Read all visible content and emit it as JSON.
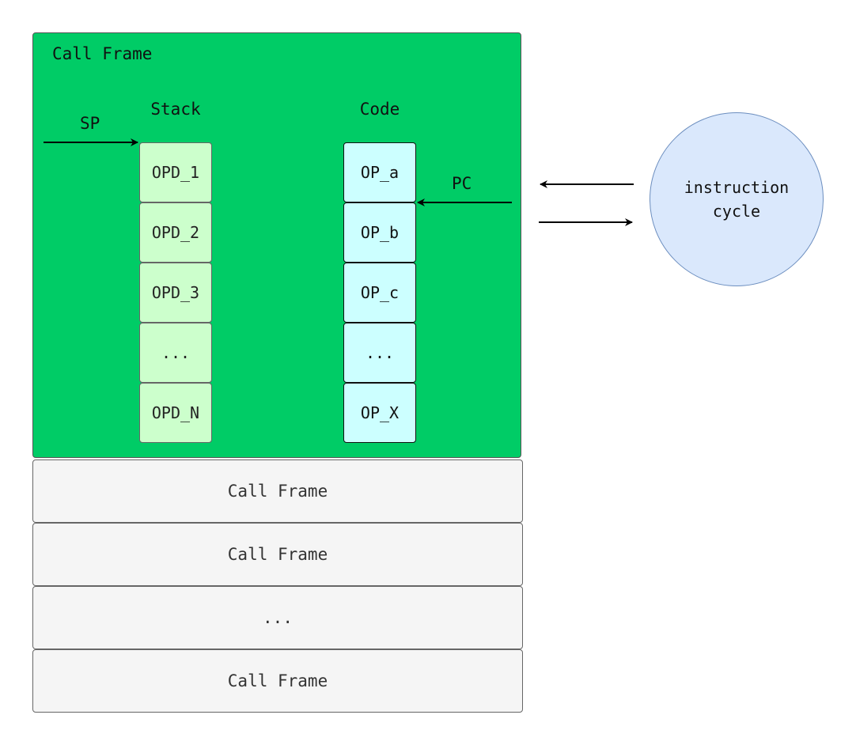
{
  "active_frame": {
    "title": "Call Frame",
    "stack": {
      "title": "Stack",
      "pointer_label": "SP",
      "cells": [
        "OPD_1",
        "OPD_2",
        "OPD_3",
        "...",
        "OPD_N"
      ]
    },
    "code": {
      "title": "Code",
      "pointer_label": "PC",
      "cells": [
        "OP_a",
        "OP_b",
        "OP_c",
        "...",
        "OP_X"
      ]
    }
  },
  "frames": [
    "Call Frame",
    "Call Frame",
    "...",
    "Call Frame"
  ],
  "cycle": {
    "line1": "instruction",
    "line2": "cycle"
  },
  "colors": {
    "active_frame": "#00cc66",
    "stack_cell": "#ccffcc",
    "code_cell": "#ccffff",
    "inactive_frame": "#f5f5f5",
    "cycle_fill": "#dae8fc",
    "cycle_stroke": "#6c8ebf"
  }
}
